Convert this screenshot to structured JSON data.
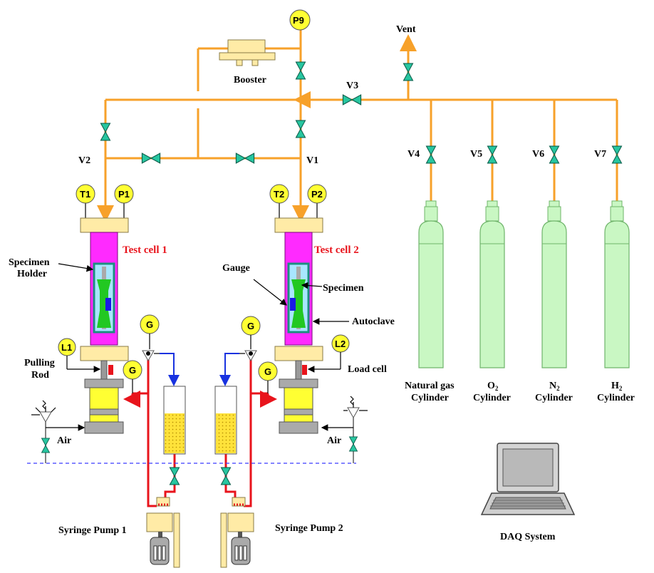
{
  "labels": {
    "p9": "P9",
    "vent": "Vent",
    "booster": "Booster",
    "v1": "V1",
    "v2": "V2",
    "v3": "V3",
    "v4": "V4",
    "v5": "V5",
    "v6": "V6",
    "v7": "V7",
    "t1": "T1",
    "p1": "P1",
    "t2": "T2",
    "p2": "P2",
    "test_cell_1": "Test cell 1",
    "test_cell_2": "Test cell 2",
    "specimen_holder_1": "Specimen",
    "specimen_holder_2": "Holder",
    "gauge": "Gauge",
    "specimen": "Specimen",
    "autoclave": "Autoclave",
    "g": "G",
    "l1": "L1",
    "l2": "L2",
    "pulling_rod_1": "Pulling",
    "pulling_rod_2": "Rod",
    "load_cell": "Load cell",
    "air_left": "Air",
    "air_right": "Air",
    "syringe_pump_1": "Syringe Pump 1",
    "syringe_pump_2": "Syringe Pump 2",
    "daq": "DAQ System",
    "cyl_natural_gas_1": "Natural gas",
    "cyl_natural_gas_2": "Cylinder",
    "cyl_o2_sym": "O",
    "cyl_o2_sub": "2",
    "cyl_o2_2": "Cylinder",
    "cyl_n2_sym": "N",
    "cyl_n2_sub": "2",
    "cyl_n2_2": "Cylinder",
    "cyl_h2_sym": "H",
    "cyl_h2_sub": "2",
    "cyl_h2_2": "Cylinder"
  },
  "colors": {
    "gas_line": "#f7a12a",
    "hydraulic_line": "#e8141c",
    "fluid_line": "#1832e0",
    "autoclave": "#ff2aff",
    "specimen": "#22c822",
    "gauge_section": "#1a1ae6",
    "cylinder": "#c9f7c3",
    "gauge_face": "#ffff33",
    "valve": "#27c6a0",
    "signal_line": "#3a3aff"
  }
}
